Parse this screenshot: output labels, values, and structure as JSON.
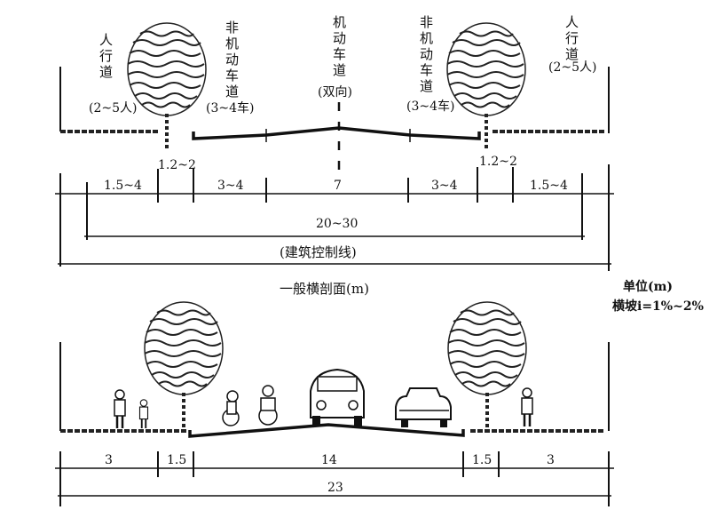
{
  "top_section": {
    "left_sidewalk": {
      "label_chars": [
        "人",
        "行",
        "道"
      ],
      "note": "(2~5人)"
    },
    "left_bike_lane": {
      "label_chars": [
        "非",
        "机",
        "动",
        "车",
        "道"
      ],
      "note": "(3~4车)"
    },
    "motor_lane": {
      "label_chars": [
        "机",
        "动",
        "车",
        "道"
      ],
      "note": "(双向)"
    },
    "right_bike_lane": {
      "label_chars": [
        "非",
        "机",
        "动",
        "车",
        "道"
      ],
      "note": "(3~4车)"
    },
    "right_sidewalk": {
      "label_chars": [
        "人",
        "行",
        "道"
      ],
      "note": "(2~5人)"
    },
    "dimensions": [
      "1.5~4",
      "1.2~2",
      "3~4",
      "7",
      "3~4",
      "1.2~2",
      "1.5~4"
    ],
    "red_line_width": "20~30",
    "control_line_label": "(建筑控制线)",
    "title": "一般横剖面(m)"
  },
  "legend": {
    "unit": "单位(m)",
    "slope": "横坡i=1%~2%"
  },
  "bottom_section": {
    "dimensions": [
      "3",
      "1.5",
      "14",
      "1.5",
      "3"
    ],
    "total": "23"
  }
}
